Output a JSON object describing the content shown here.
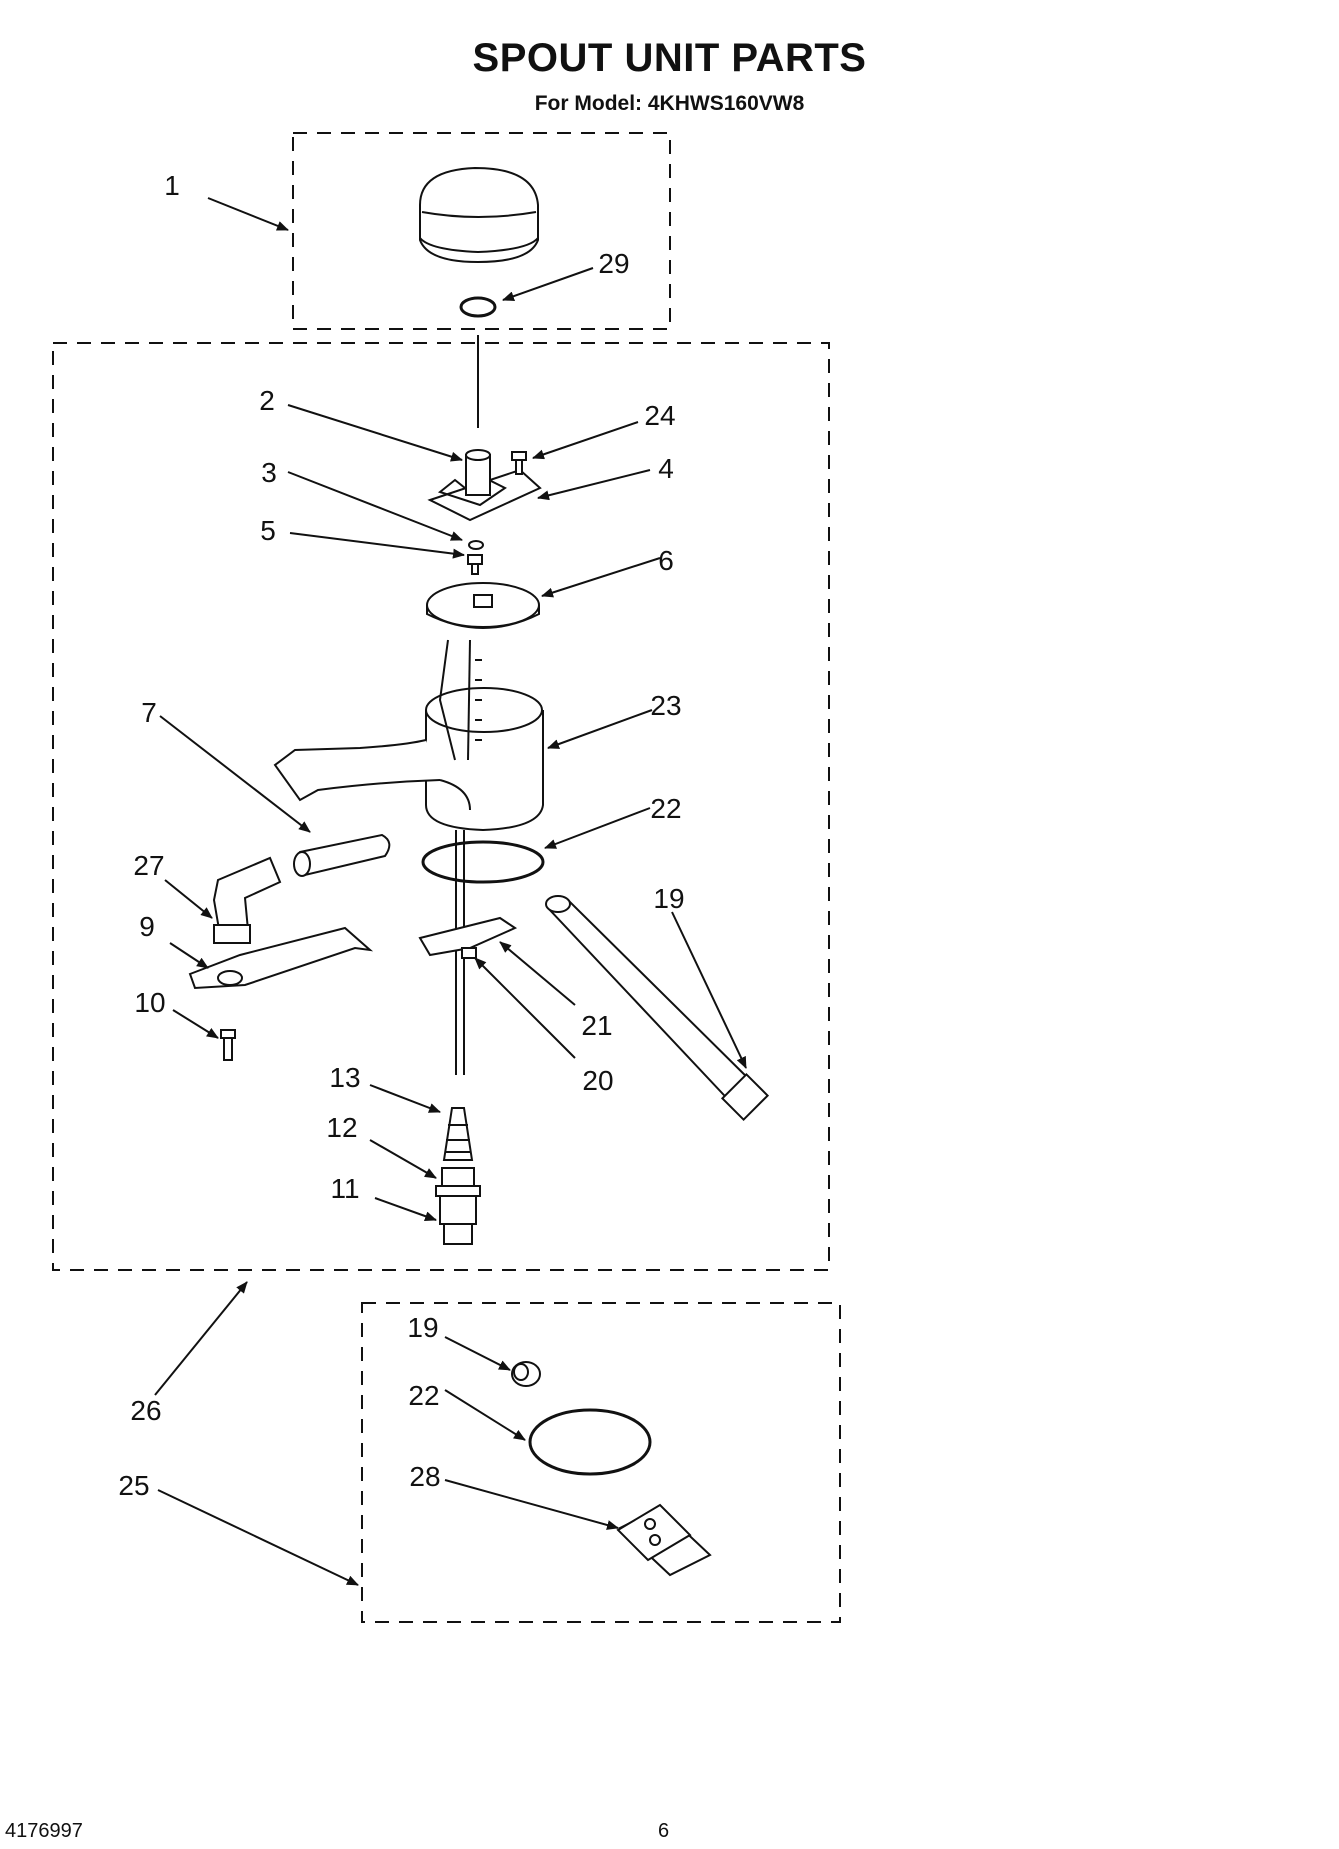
{
  "header": {
    "title": "SPOUT UNIT PARTS",
    "subtitle": "For Model: 4KHWS160VW8"
  },
  "footer": {
    "doc_number": "4176997",
    "page_number": "6"
  },
  "callouts": {
    "c1": "1",
    "c29": "29",
    "c2": "2",
    "c24": "24",
    "c3": "3",
    "c4": "4",
    "c5": "5",
    "c6": "6",
    "c7": "7",
    "c23": "23",
    "c22": "22",
    "c27": "27",
    "c19": "19",
    "c9": "9",
    "c10": "10",
    "c21": "21",
    "c20": "20",
    "c13": "13",
    "c12": "12",
    "c11": "11",
    "c26": "26",
    "c19b": "19",
    "c22b": "22",
    "c28": "28",
    "c25": "25"
  }
}
